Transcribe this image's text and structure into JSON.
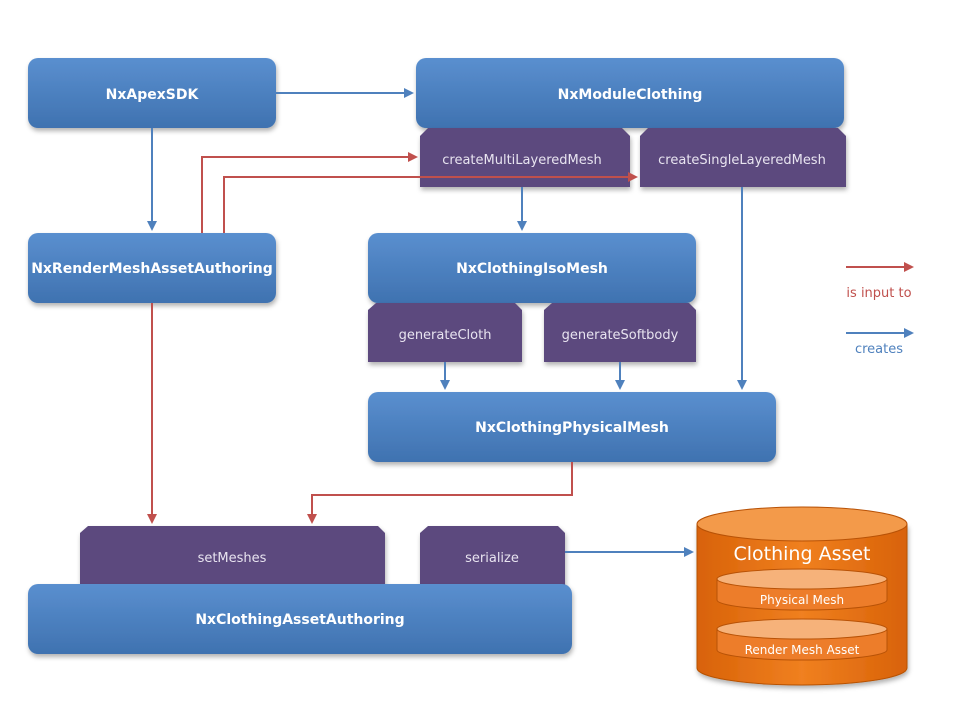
{
  "boxes": {
    "apex_sdk": "NxApexSDK",
    "module_clothing": "NxModuleClothing",
    "render_mesh_authoring": "NxRenderMeshAssetAuthoring",
    "iso_mesh": "NxClothingIsoMesh",
    "physical_mesh": "NxClothingPhysicalMesh",
    "asset_authoring": "NxClothingAssetAuthoring"
  },
  "methods": {
    "create_multi": "createMultiLayeredMesh",
    "create_single": "createSingleLayeredMesh",
    "generate_cloth": "generateCloth",
    "generate_softbody": "generateSoftbody",
    "set_meshes": "setMeshes",
    "serialize": "serialize"
  },
  "asset": {
    "title": "Clothing Asset",
    "physical": "Physical Mesh",
    "render": "Render Mesh Asset"
  },
  "legend": {
    "input_label": "is input to",
    "creates_label": "creates"
  },
  "colors": {
    "box_blue": "#4a7ebb",
    "method_purple": "#5b4a7e",
    "input_arrow": "#c0504d",
    "creates_arrow": "#4f81bd",
    "asset_orange": "#e46c0a"
  }
}
